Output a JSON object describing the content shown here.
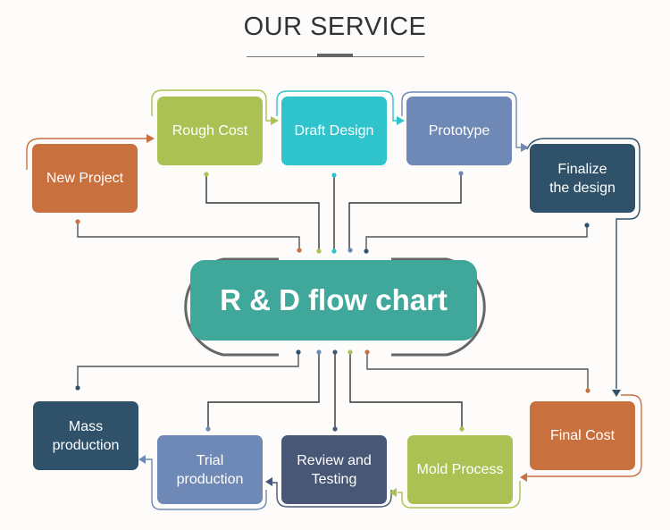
{
  "header": {
    "title": "OUR SERVICE"
  },
  "center": {
    "label": "R & D flow chart",
    "color": "#40a89a"
  },
  "steps": [
    {
      "id": "new-project",
      "label": "New Project",
      "color": "#c8713e"
    },
    {
      "id": "rough-cost",
      "label": "Rough Cost",
      "color": "#abc154"
    },
    {
      "id": "draft-design",
      "label": "Draft Design",
      "color": "#2fc4cc"
    },
    {
      "id": "prototype",
      "label": "Prototype",
      "color": "#6e89b6"
    },
    {
      "id": "finalize-design",
      "label": "Finalize the design",
      "color": "#2f5169"
    },
    {
      "id": "final-cost",
      "label": "Final Cost",
      "color": "#c8713e"
    },
    {
      "id": "mold-process",
      "label": "Mold Process",
      "color": "#abc154"
    },
    {
      "id": "review-testing",
      "label": "Review and Testing",
      "color": "#475775"
    },
    {
      "id": "trial-production",
      "label": "Trial production",
      "color": "#6e89b6"
    },
    {
      "id": "mass-production",
      "label": "Mass production",
      "color": "#2f5169"
    }
  ]
}
